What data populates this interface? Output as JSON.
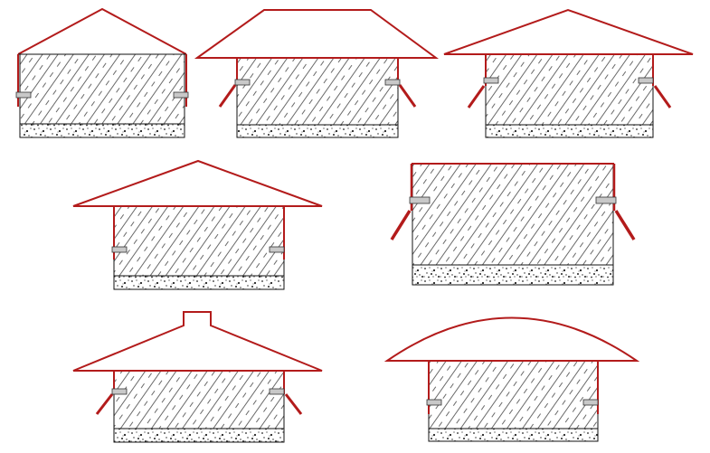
{
  "diagrams": [
    {
      "id": "gable-cap-vertical-flashing",
      "roof_style": "gable",
      "flashing": "vertical"
    },
    {
      "id": "hip-cap-angled-flashing",
      "roof_style": "hip",
      "flashing": "angled"
    },
    {
      "id": "shallow-gable-cap-angled-flashing",
      "roof_style": "shallow-gable",
      "flashing": "angled"
    },
    {
      "id": "gable-overhang-cap-vertical-flashing",
      "roof_style": "gable-overhang",
      "flashing": "vertical"
    },
    {
      "id": "flat-cap-angled-flashing",
      "roof_style": "flat",
      "flashing": "angled"
    },
    {
      "id": "gable-cap-with-ridge-vent-angled-flashing",
      "roof_style": "gable-with-vent",
      "flashing": "angled"
    },
    {
      "id": "arched-cap-vertical-flashing",
      "roof_style": "arched",
      "flashing": "vertical"
    }
  ],
  "colors": {
    "cap_line": "#b31b1b",
    "outline": "#111111",
    "hatch": "#444444",
    "gravel": "#222222",
    "anchor_fill": "#c8c8c8",
    "background": "#ffffff"
  }
}
